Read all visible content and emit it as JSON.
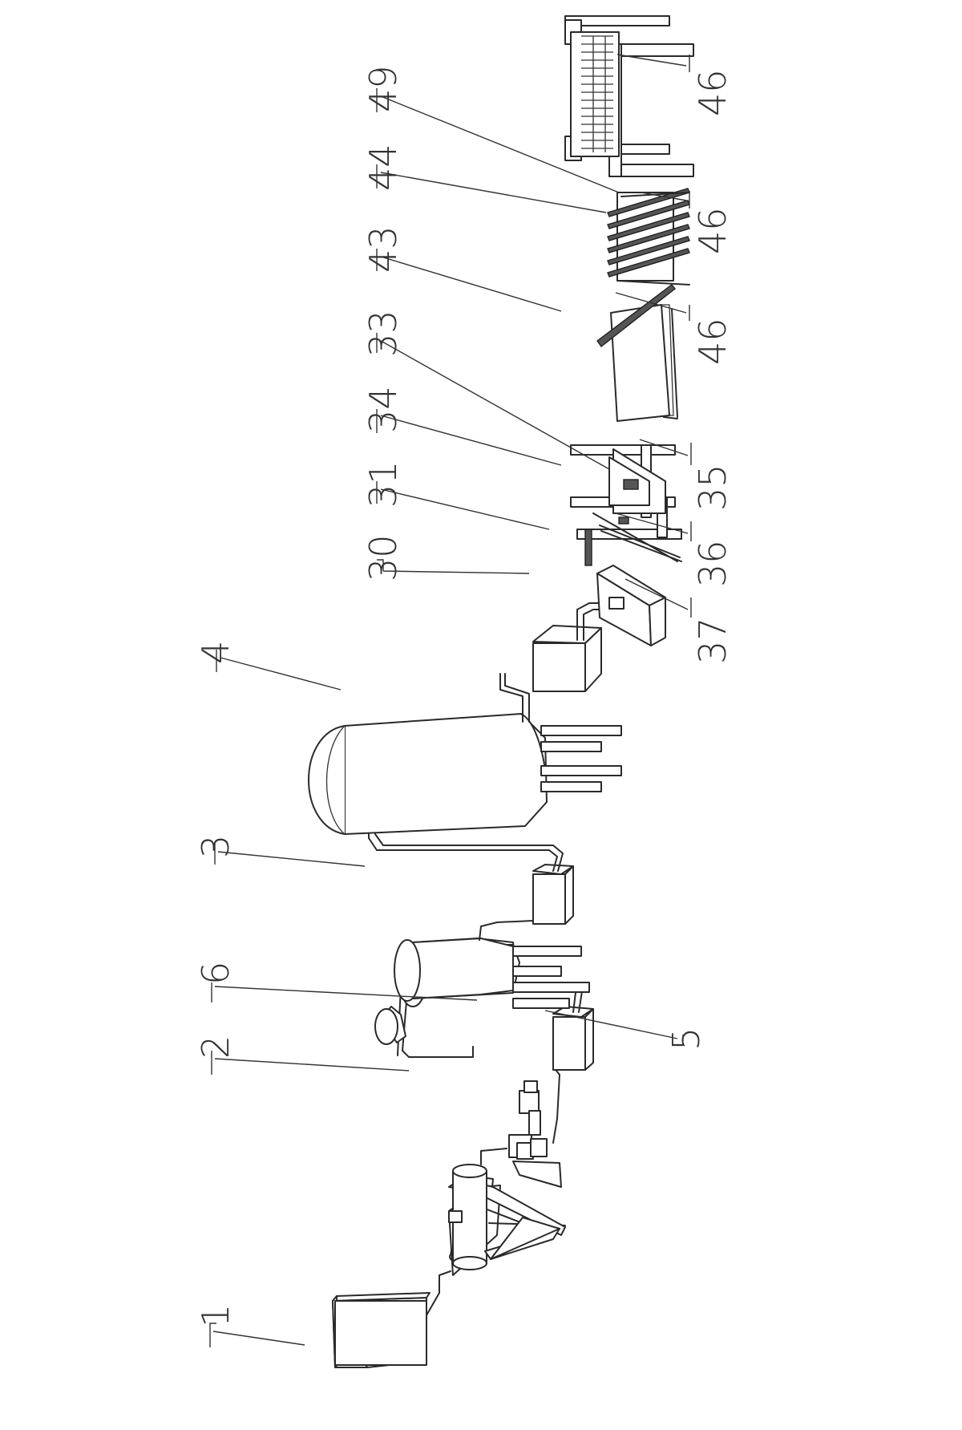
{
  "labels": {
    "l1": "1",
    "l2": "2",
    "l3": "3",
    "l4": "4",
    "l5": "5",
    "l6": "6",
    "l30": "30",
    "l31": "31",
    "l33": "33",
    "l34": "34",
    "l35": "35",
    "l36": "36",
    "l37": "37",
    "l43": "43",
    "l44": "44",
    "l46a": "46",
    "l46b": "46",
    "l46c": "46",
    "l49": "49"
  },
  "colors": {
    "line": "#2a2a2a",
    "background": "#ffffff",
    "dark_fill": "#555555"
  }
}
